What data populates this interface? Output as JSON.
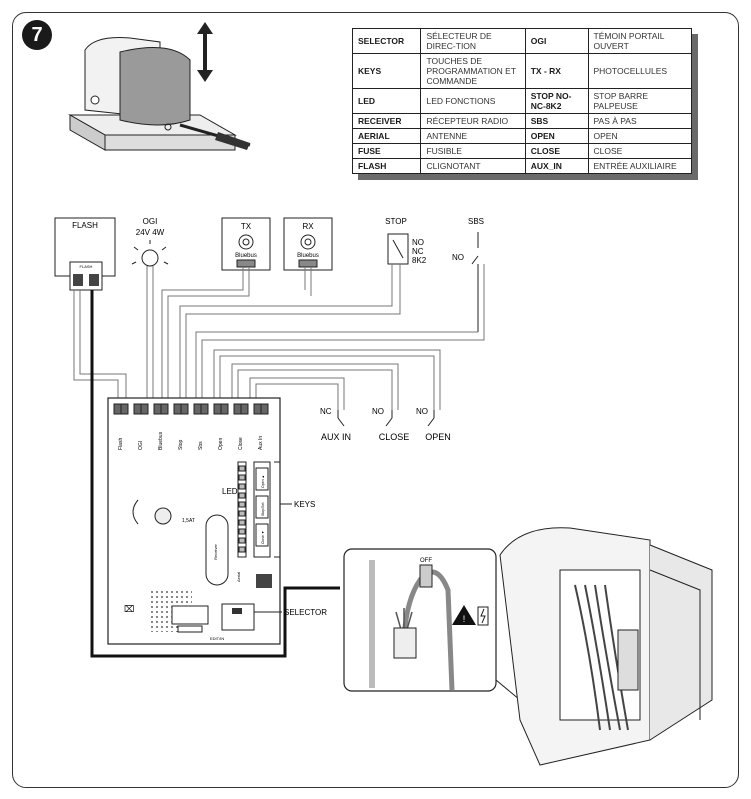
{
  "step_number": "7",
  "legend": [
    {
      "left_key": "SELECTOR",
      "left_val": "SÉLECTEUR DE DIREC-TION",
      "right_key": "OGI",
      "right_val": "TÉMOIN PORTAIL OUVERT"
    },
    {
      "left_key": "KEYS",
      "left_val": "TOUCHES DE PROGRAMMATION ET COMMANDE",
      "right_key": "TX - RX",
      "right_val": "PHOTOCELLULES"
    },
    {
      "left_key": "LED",
      "left_val": "LED FONCTIONS",
      "right_key": "STOP NO-NC-8K2",
      "right_val": "STOP BARRE PALPEUSE"
    },
    {
      "left_key": "RECEIVER",
      "left_val": "RÉCEPTEUR RADIO",
      "right_key": "SBS",
      "right_val": "PAS À PAS"
    },
    {
      "left_key": "AERIAL",
      "left_val": "ANTENNE",
      "right_key": "OPEN",
      "right_val": "OPEN"
    },
    {
      "left_key": "FUSE",
      "left_val": "FUSIBLE",
      "right_key": "CLOSE",
      "right_val": "CLOSE"
    },
    {
      "left_key": "FLASH",
      "left_val": "CLIGNOTANT",
      "right_key": "AUX_IN",
      "right_val": "ENTRÉE AUXILIAIRE"
    }
  ],
  "devices": {
    "flash": "FLASH",
    "flash_terminal": "FLASH",
    "ogi": "OGI",
    "ogi_rating": "24V 4W",
    "tx": "TX",
    "rx": "RX",
    "bluebus": "Bluebus",
    "stop": "STOP",
    "stop_no": "NO",
    "stop_nc": "NC",
    "stop_8k2": "8K2",
    "sbs": "SBS",
    "sbs_no": "NO"
  },
  "terminals": [
    "Flash",
    "OGI",
    "Bluebus",
    "Stop",
    "Sbs",
    "Open",
    "Close",
    "Aux In"
  ],
  "contacts": {
    "aux_nc": "NC",
    "aux_label": "AUX IN",
    "close_no": "NO",
    "close_label": "CLOSE",
    "open_no": "NO",
    "open_label": "OPEN"
  },
  "board": {
    "led": "LED",
    "keys": "KEYS",
    "selector": "SELECTOR",
    "key_labels": [
      "Open ▲",
      "Stop/Set",
      "Close ▼"
    ],
    "battery": "1,5AT",
    "receiver": "Receiver",
    "aerial": "Aerial",
    "edit": "EDIT/IN"
  },
  "inset": {
    "off": "OFF"
  }
}
